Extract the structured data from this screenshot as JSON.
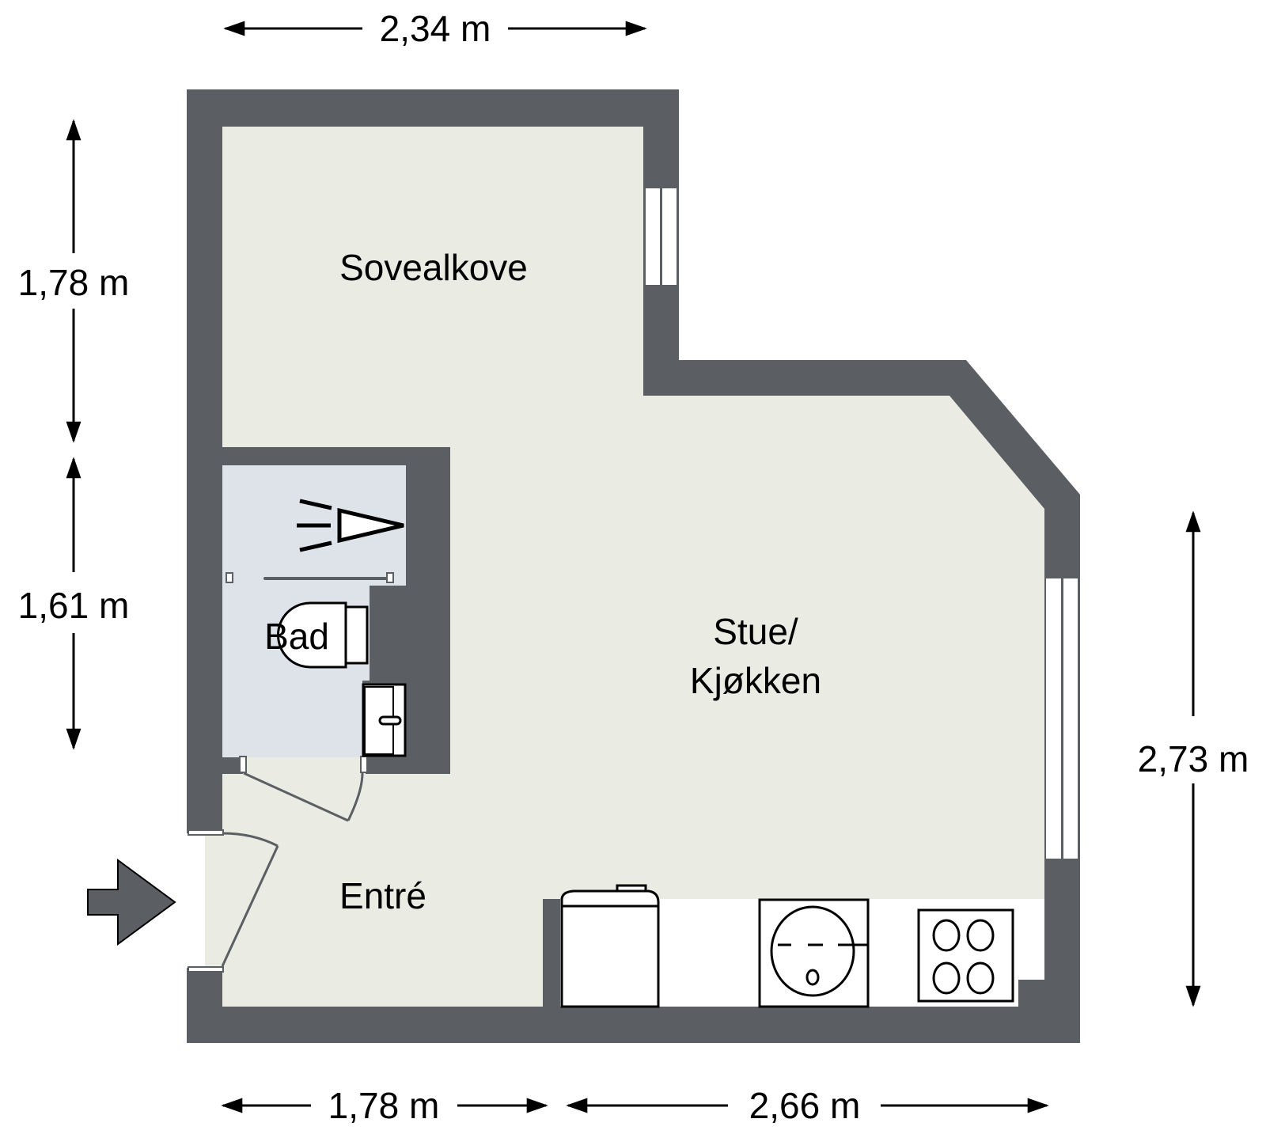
{
  "colors": {
    "wall": "#5b5e62",
    "floor": "#eaebe3",
    "bath_floor": "#dee3ea",
    "fixture": "#ffffff",
    "line": "#000000"
  },
  "rooms": {
    "sovealkove": "Sovealkove",
    "stue_line1": "Stue/",
    "stue_line2": "Kjøkken",
    "bad": "Bad",
    "entre": "Entré"
  },
  "dimensions": {
    "top": "2,34 m",
    "left_upper": "1,78 m",
    "left_lower": "1,61 m",
    "right": "2,73 m",
    "bottom_left": "1,78 m",
    "bottom_right": "2,66 m"
  },
  "entrance_arrow": "entrance-arrow"
}
